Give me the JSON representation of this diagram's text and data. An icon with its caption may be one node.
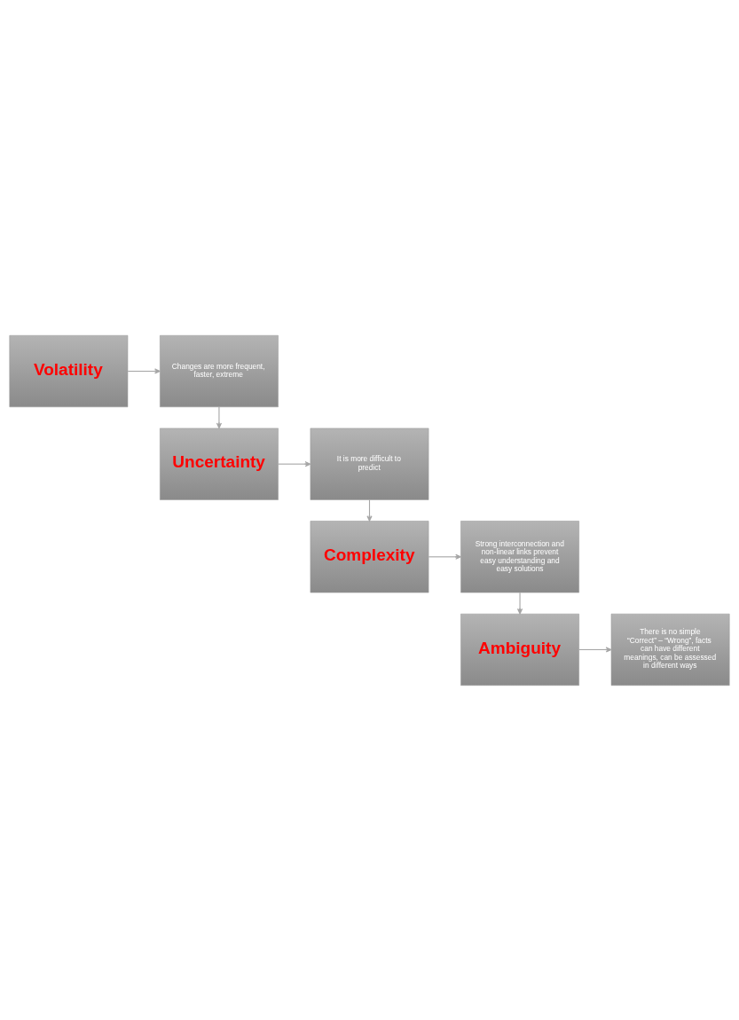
{
  "diagram": {
    "nodes": [
      {
        "text": [
          "Volatility"
        ]
      },
      {
        "text": [
          "Changes are more frequent, faster, extreme"
        ]
      },
      {
        "text": [
          "Uncertainty"
        ]
      },
      {
        "text": [
          "It is more difficult to predict"
        ]
      },
      {
        "text": [
          "Complexity"
        ]
      },
      {
        "text": [
          "Strong interconnection and non-linear links prevent easy understanding and easy solutions"
        ]
      },
      {
        "text": [
          "Ambiguity"
        ]
      },
      {
        "text": [
          "There is no simple “Correct” – “Wrong”, facts can have different meanings, can be assessed in different ways"
        ]
      }
    ],
    "edges": [
      {
        "from": 0,
        "to": 1,
        "arrow": "to"
      },
      {
        "from": 1,
        "to": 2,
        "arrow": "to"
      },
      {
        "from": 2,
        "to": 3,
        "arrow": "to"
      },
      {
        "from": 3,
        "to": 4,
        "arrow": "to"
      },
      {
        "from": 4,
        "to": 5,
        "arrow": "to"
      },
      {
        "from": 5,
        "to": 6,
        "arrow": "to"
      },
      {
        "from": 6,
        "to": 7,
        "arrow": "to"
      }
    ]
  }
}
